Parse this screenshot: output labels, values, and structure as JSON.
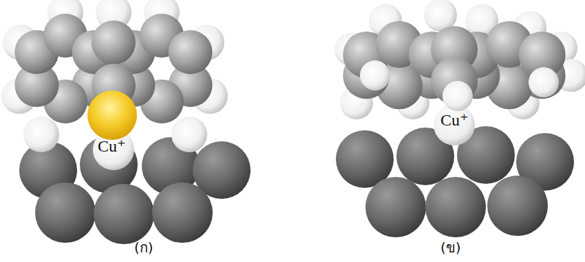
{
  "diagram": {
    "labels": [
      "Cu⁺",
      "Cu⁺",
      "(ก)",
      "(ข)"
    ]
  }
}
